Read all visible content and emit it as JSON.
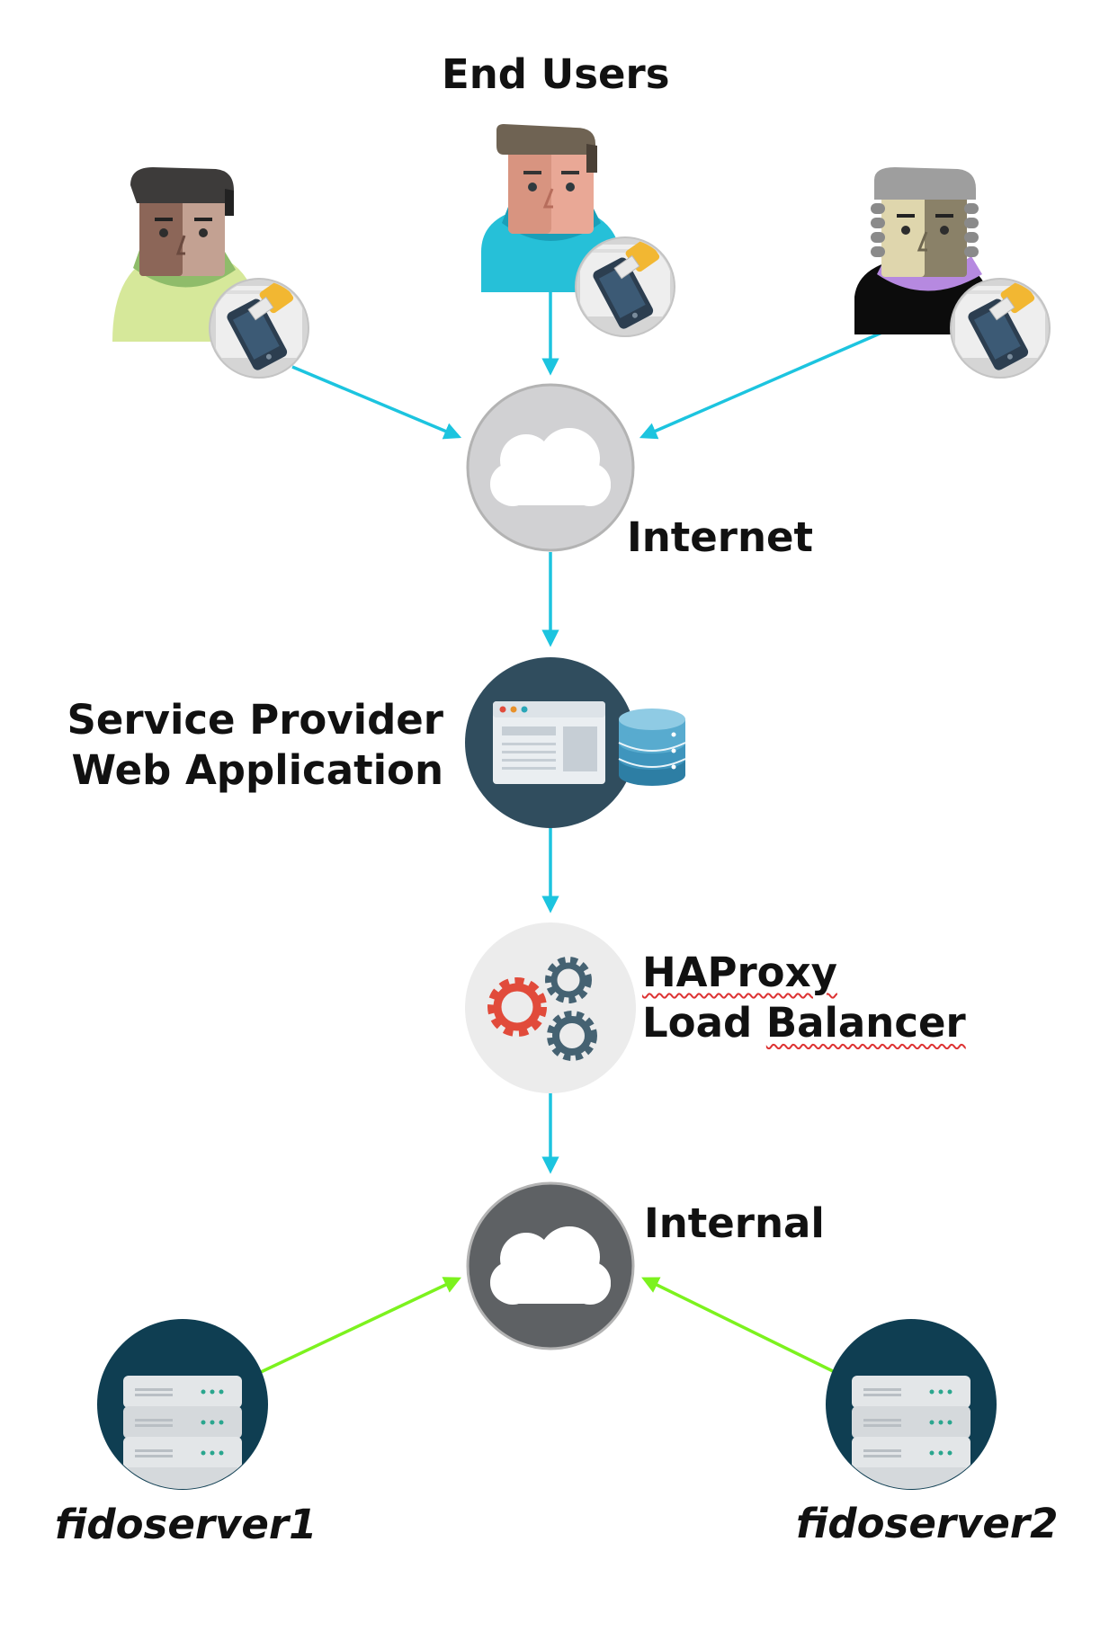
{
  "labels": {
    "end_users": "End Users",
    "internet": "Internet",
    "service_provider_line1": "Service Provider",
    "service_provider_line2": "Web Application",
    "haproxy_line1": "HAProxy",
    "haproxy_line2": "Load Balancer",
    "internal": "Internal",
    "server1": "fidoserver1",
    "server2": "fidoserver2"
  },
  "colors": {
    "user_arrow": "#1cc4df",
    "server_arrow": "#7cf21e",
    "internet_cloud_bg": "#d1d1d3",
    "internal_cloud_bg": "#5e6164",
    "webapp_bg": "#304d5e",
    "loadbalancer_bg": "#ececec",
    "server_bg": "#0f3e52",
    "gear_red": "#e14b3b",
    "gear_slate": "#456272"
  },
  "icons": {
    "users": [
      "user-avatar-brown-icon",
      "user-avatar-teal-icon",
      "user-avatar-gray-hair-icon"
    ],
    "internet": "cloud-icon",
    "webapp": "browser-window-icon",
    "database": "database-icon",
    "loadbalancer": "gears-icon",
    "internal": "cloud-icon",
    "servers": "server-rack-icon"
  }
}
